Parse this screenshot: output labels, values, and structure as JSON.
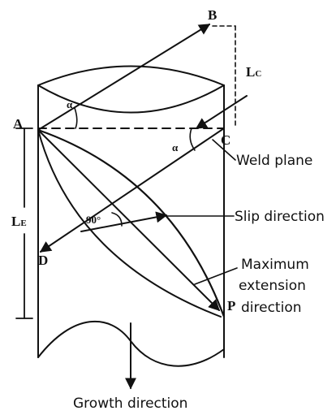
{
  "points": {
    "a": "A",
    "b": "B",
    "c": "C",
    "d": "D",
    "p": "P"
  },
  "dimensions": {
    "lc_main": "L",
    "lc_sub": "C",
    "le_main": "L",
    "le_sub": "E"
  },
  "angles": {
    "alpha_top": "α",
    "alpha_side": "α",
    "right_angle": "90°"
  },
  "annotations": {
    "weld_plane": "Weld plane",
    "slip_direction": "Slip direction",
    "max_ext_line1": "Maximum",
    "max_ext_line2": "extension",
    "max_ext_line3": "direction",
    "growth_direction": "Growth direction"
  }
}
